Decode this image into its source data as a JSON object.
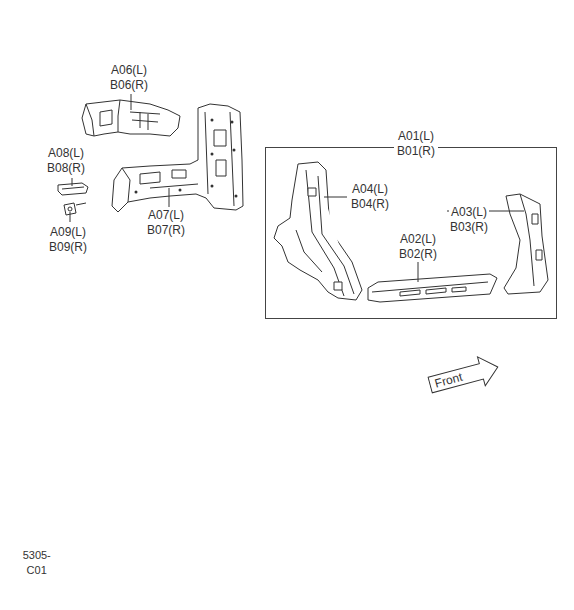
{
  "diagram": {
    "nodes": [
      {
        "text": [
          "A01(L) B01(R)"
        ]
      },
      {
        "text": [
          "Front"
        ]
      }
    ],
    "labels": [
      "A06(L) B06(R)",
      "A08(L) B08(R)",
      "A09(L) B09(R)",
      "A07(L) B07(R)",
      "A04(L) B04(R)",
      "A03(L) B03(R)",
      "A02(L) B02(R)",
      "5305-C01"
    ]
  }
}
